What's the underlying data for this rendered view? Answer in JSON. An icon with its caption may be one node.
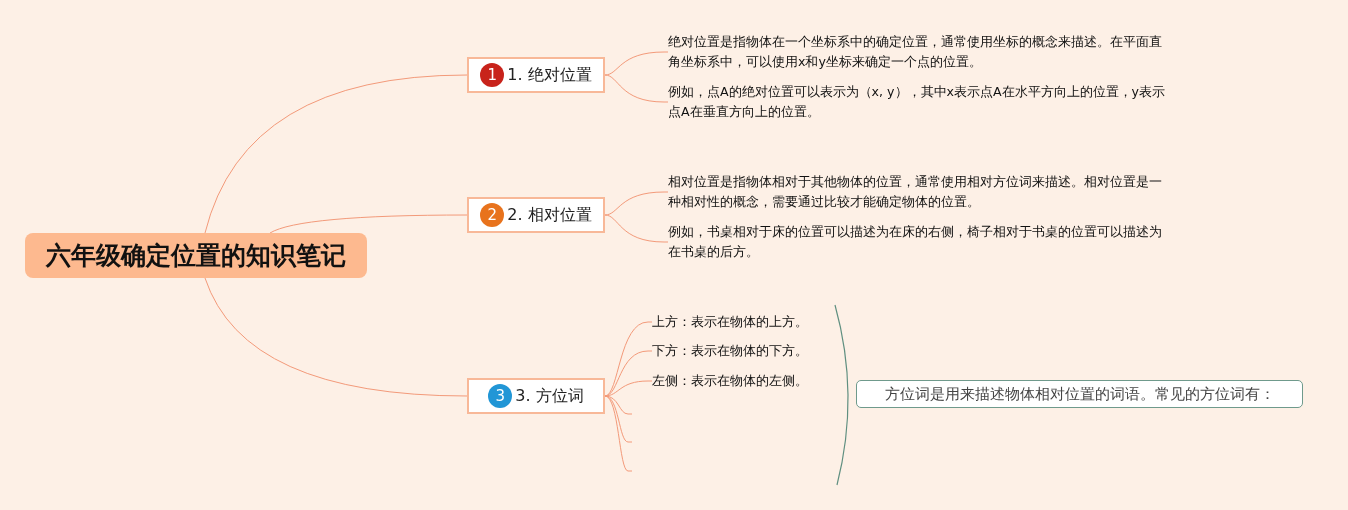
{
  "diagram": {
    "nodes": [
      {
        "text": [
          "六年级确定位置的知识笔记"
        ]
      },
      {
        "text": [
          "1",
          "1. 绝对位置"
        ]
      },
      {
        "text": [
          "绝对位置是指物体在一个坐标系中的确定位置，通常使用坐标的概念来描述。在平面直角坐标系中，可以使用x和y坐标来确定一个点的位置。"
        ]
      },
      {
        "text": [
          "例如，点A的绝对位置可以表示为（x, y），其中x表示点A在水平方向上的位置，y表示点A在垂直方向上的位置。"
        ]
      },
      {
        "text": [
          "2",
          "2. 相对位置"
        ]
      },
      {
        "text": [
          "相对位置是指物体相对于其他物体的位置，通常使用相对方位词来描述。相对位置是一种相对性的概念，需要通过比较才能确定物体的位置。"
        ]
      },
      {
        "text": [
          "例如，书桌相对于床的位置可以描述为在床的右侧，椅子相对于书桌的位置可以描述为在书桌的后方。"
        ]
      },
      {
        "text": [
          "3",
          "3. 方位词"
        ]
      },
      {
        "text": [
          "上方：表示在物体的上方。"
        ]
      },
      {
        "text": [
          "下方：表示在物体的下方。"
        ]
      },
      {
        "text": [
          "左侧：表示在物体的左侧。"
        ]
      },
      {
        "text": [
          "方位词是用来描述物体相对位置的词语。常见的方位词有："
        ]
      }
    ],
    "edges": [
      {
        "from": 0,
        "to": 1,
        "arrow": "none"
      },
      {
        "from": 1,
        "to": 2,
        "arrow": "none"
      },
      {
        "from": 1,
        "to": 3,
        "arrow": "none"
      },
      {
        "from": 0,
        "to": 4,
        "arrow": "none"
      },
      {
        "from": 4,
        "to": 5,
        "arrow": "none"
      },
      {
        "from": 4,
        "to": 6,
        "arrow": "none"
      },
      {
        "from": 0,
        "to": 7,
        "arrow": "none"
      },
      {
        "from": 7,
        "to": 8,
        "arrow": "none"
      },
      {
        "from": 7,
        "to": 9,
        "arrow": "none"
      },
      {
        "from": 7,
        "to": 10,
        "arrow": "none"
      },
      {
        "from": 7,
        "to": null,
        "arrow": "none"
      },
      {
        "from": 7,
        "to": null,
        "arrow": "none"
      },
      {
        "from": 7,
        "to": null,
        "arrow": "none"
      }
    ]
  }
}
